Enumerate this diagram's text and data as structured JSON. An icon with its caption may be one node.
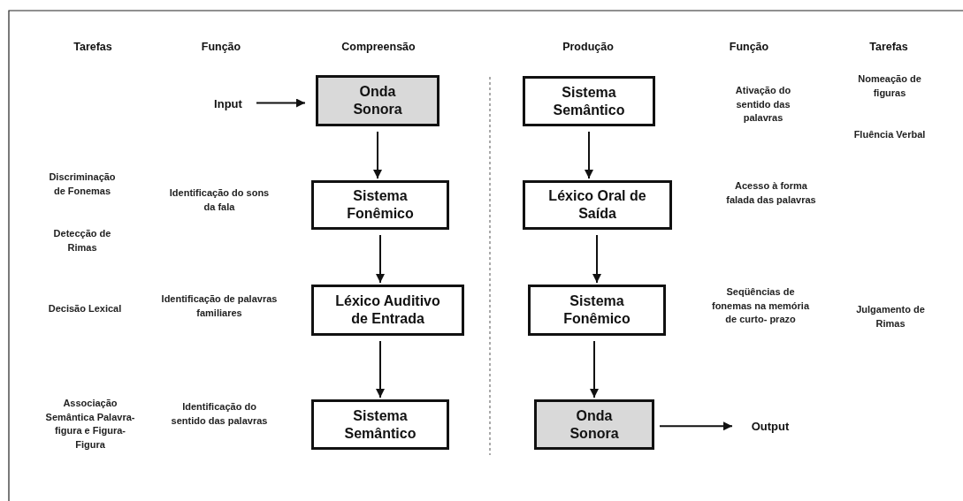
{
  "diagram": {
    "nodes": [
      {
        "text": [
          "Input"
        ]
      },
      {
        "text": [
          "Onda Sonora"
        ]
      },
      {
        "text": [
          "Sistema Fonêmico"
        ]
      },
      {
        "text": [
          "Léxico Auditivo de Entrada"
        ]
      },
      {
        "text": [
          "Sistema Semântico"
        ]
      },
      {
        "text": [
          "Sistema Semântico"
        ]
      },
      {
        "text": [
          "Léxico Oral de Saída"
        ]
      },
      {
        "text": [
          "Sistema Fonêmico"
        ]
      },
      {
        "text": [
          "Onda Sonora"
        ]
      },
      {
        "text": [
          "Output"
        ]
      }
    ],
    "edges": [
      {
        "from": 0,
        "to": 1,
        "arrow": "to"
      },
      {
        "from": 1,
        "to": 2,
        "arrow": "to"
      },
      {
        "from": 2,
        "to": 3,
        "arrow": "to"
      },
      {
        "from": 3,
        "to": 4,
        "arrow": "to"
      },
      {
        "from": 5,
        "to": 6,
        "arrow": "to"
      },
      {
        "from": 6,
        "to": 7,
        "arrow": "to"
      },
      {
        "from": 7,
        "to": 8,
        "arrow": "to"
      },
      {
        "from": 8,
        "to": 9,
        "arrow": "to"
      }
    ],
    "labels": [
      "Tarefas",
      "Função",
      "Compreensão",
      "Produção",
      "Função",
      "Tarefas",
      "Nomeação de figuras",
      "Ativação do sentido das palavras",
      "Fluência Verbal",
      "Discriminação de Fonemas",
      "Identificação do sons da fala",
      "Acesso à forma falada das palavras",
      "Detecção de Rimas",
      "Decisão Lexical",
      "Identificação de palavras familiares",
      "Seqüências de fonemas na memória de curto- prazo",
      "Julgamento de Rimas",
      "Associação Semântica Palavra-figura e Figura-Figura",
      "Identificação do sentido das palavras"
    ]
  }
}
